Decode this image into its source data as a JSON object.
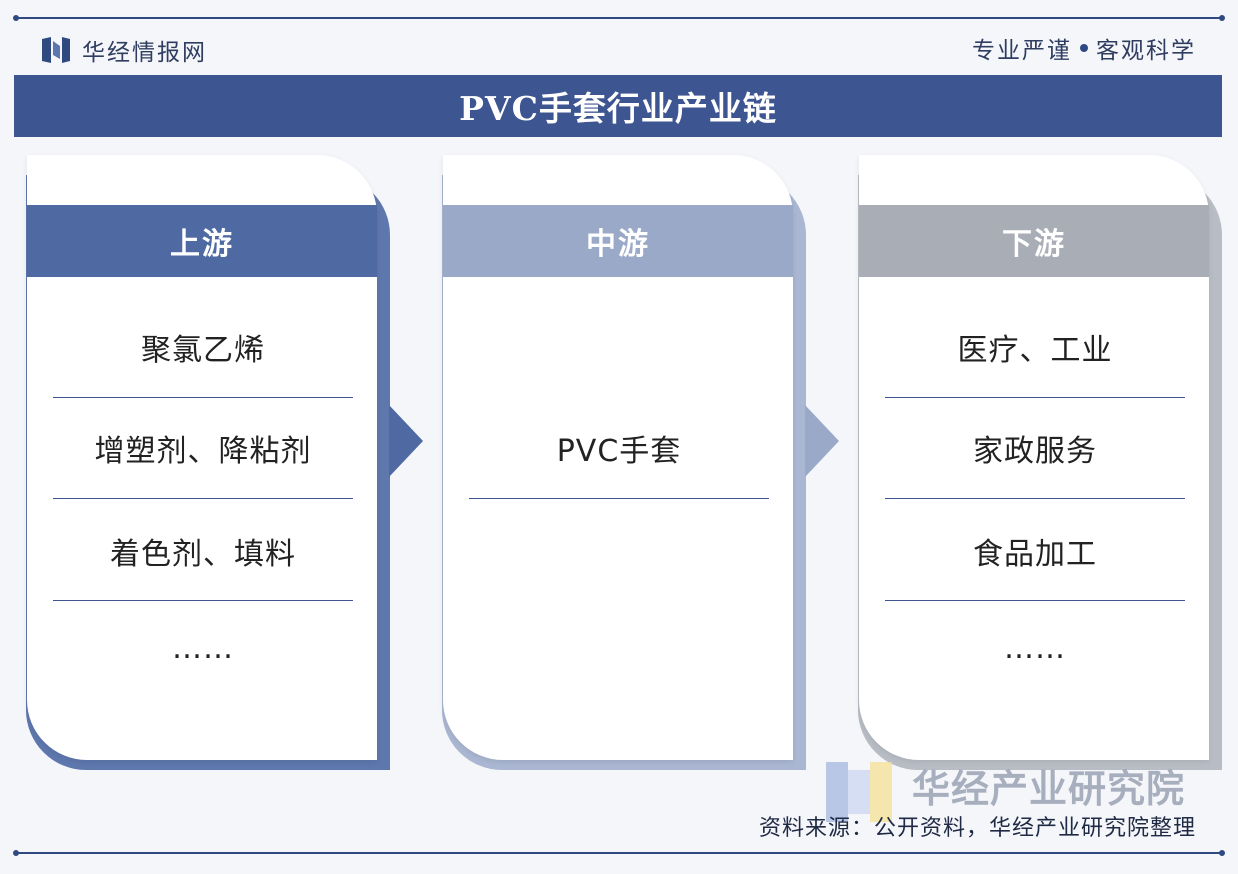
{
  "header": {
    "brand": "华经情报网",
    "slogan_left": "专业严谨",
    "slogan_right": "客观科学"
  },
  "title": "PVC手套行业产业链",
  "colors": {
    "primary": "#3d5591",
    "upstream": "#4f6aa3",
    "midstream": "#9aa9c8",
    "downstream": "#a9adb6"
  },
  "panels": [
    {
      "header": "上游",
      "items": [
        "聚氯乙烯",
        "增塑剂、降粘剂",
        "着色剂、填料",
        "……"
      ]
    },
    {
      "header": "中游",
      "items": [
        "PVC手套"
      ]
    },
    {
      "header": "下游",
      "items": [
        "医疗、工业",
        "家政服务",
        "食品加工",
        "……"
      ]
    }
  ],
  "watermark": "华经产业研究院",
  "source": "资料来源：公开资料，华经产业研究院整理"
}
